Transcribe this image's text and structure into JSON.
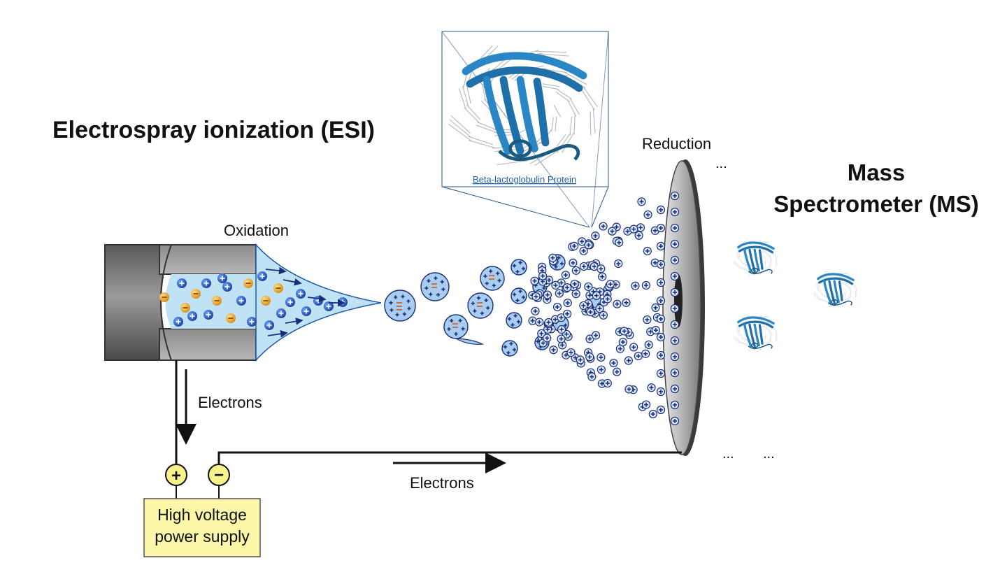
{
  "titles": {
    "esi": "Electrospray ionization (ESI)",
    "ms_line1": "Mass",
    "ms_line2": "Spectrometer (MS)"
  },
  "labels": {
    "oxidation": "Oxidation",
    "reduction": "Reduction",
    "electrons_down": "Electrons",
    "electrons_right": "Electrons",
    "protein_caption": "Beta-lactoglobulin Protein",
    "ellipsis_top": "...",
    "ellipsis_bottom_1": "...",
    "ellipsis_bottom_2": "..."
  },
  "power_supply": {
    "line1": "High voltage",
    "line2": "power supply",
    "positive_symbol": "+",
    "negative_symbol": "−"
  },
  "colors": {
    "cation": "#2a63c4",
    "anion": "#f0a930",
    "liquid": "#bfe3f5",
    "droplet": "#a9cdef",
    "terminal": "#f7f38a",
    "psu_fill": "#fbf6a8",
    "protein": "#2a7fb0"
  }
}
